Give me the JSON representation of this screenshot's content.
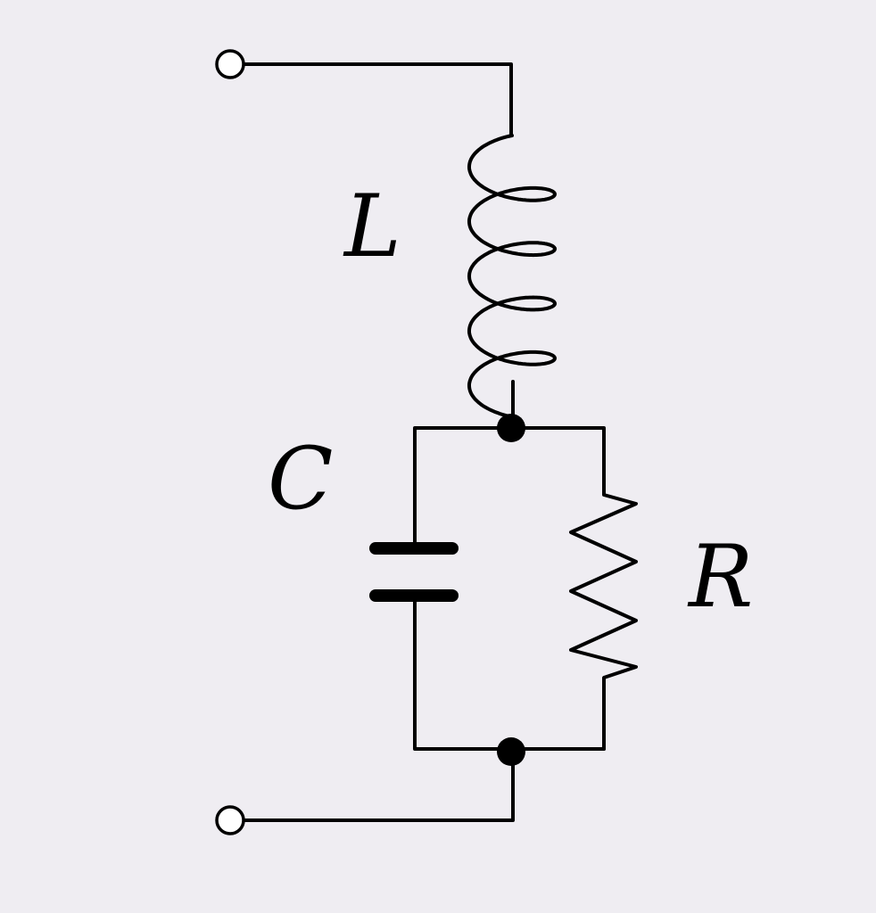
{
  "diagram": {
    "title": "",
    "components": {
      "inductor": {
        "label": "L"
      },
      "capacitor": {
        "label": "C"
      },
      "resistor": {
        "label": "R"
      }
    },
    "colors": {
      "background": "#efedf2",
      "wire": "#000000",
      "terminal_fill": "#ffffff"
    }
  }
}
